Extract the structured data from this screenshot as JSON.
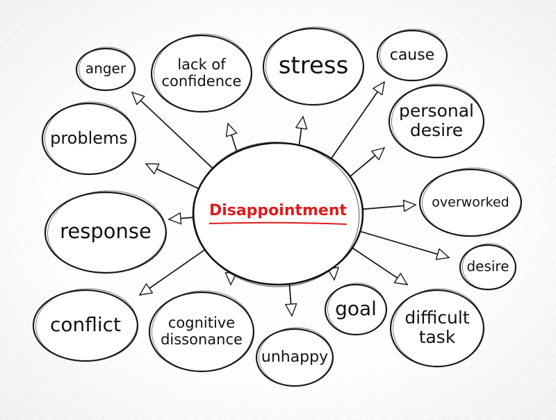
{
  "center": {
    "label": "Disappointment",
    "color": "#e01b1b"
  },
  "nodes": [
    {
      "id": "anger",
      "lines": [
        "anger"
      ]
    },
    {
      "id": "lack-of-confidence",
      "lines": [
        "lack of",
        "confidence"
      ]
    },
    {
      "id": "stress",
      "lines": [
        "stress"
      ]
    },
    {
      "id": "cause",
      "lines": [
        "cause"
      ]
    },
    {
      "id": "personal-desire",
      "lines": [
        "personal",
        "desire"
      ]
    },
    {
      "id": "overworked",
      "lines": [
        "overworked"
      ]
    },
    {
      "id": "desire",
      "lines": [
        "desire"
      ]
    },
    {
      "id": "difficult-task",
      "lines": [
        "difficult",
        "task"
      ]
    },
    {
      "id": "goal",
      "lines": [
        "goal"
      ]
    },
    {
      "id": "unhappy",
      "lines": [
        "unhappy"
      ]
    },
    {
      "id": "cognitive-dissonance",
      "lines": [
        "cognitive",
        "dissonance"
      ]
    },
    {
      "id": "conflict",
      "lines": [
        "conflict"
      ]
    },
    {
      "id": "response",
      "lines": [
        "response"
      ]
    },
    {
      "id": "problems",
      "lines": [
        "problems"
      ]
    }
  ]
}
